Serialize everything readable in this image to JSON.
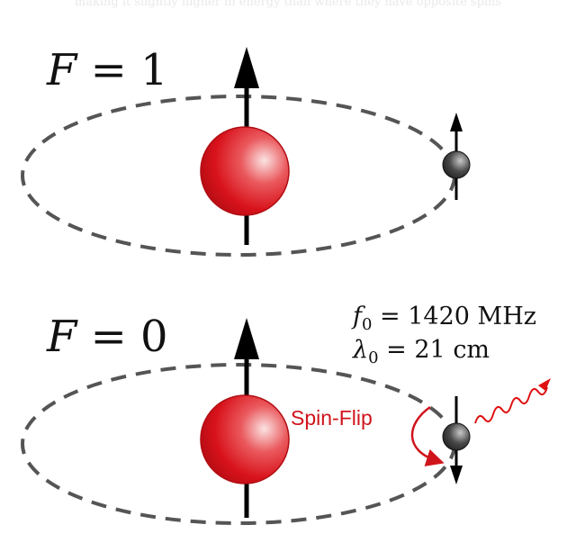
{
  "caption_fragment": "making it slightly higher in energy than where they have opposite spins",
  "states": [
    {
      "label_var": "F",
      "label_eq": " = ",
      "label_val": "1",
      "electron_spin": "up"
    },
    {
      "label_var": "F",
      "label_eq": " = ",
      "label_val": "0",
      "electron_spin": "down"
    }
  ],
  "transition": {
    "label": "Spin-Flip",
    "frequency": {
      "symbol": "f",
      "sub": "0",
      "eq": " = ",
      "value": "1420 MHz"
    },
    "wavelength": {
      "symbol": "λ",
      "sub": "0",
      "eq": " = ",
      "value": "21 cm"
    }
  },
  "colors": {
    "proton": "#d8121b",
    "electron": "#2a2a2a",
    "orbit": "#555555",
    "arrow": "#000000",
    "spin_flip": "#d0141c",
    "photon": "#e01010"
  }
}
